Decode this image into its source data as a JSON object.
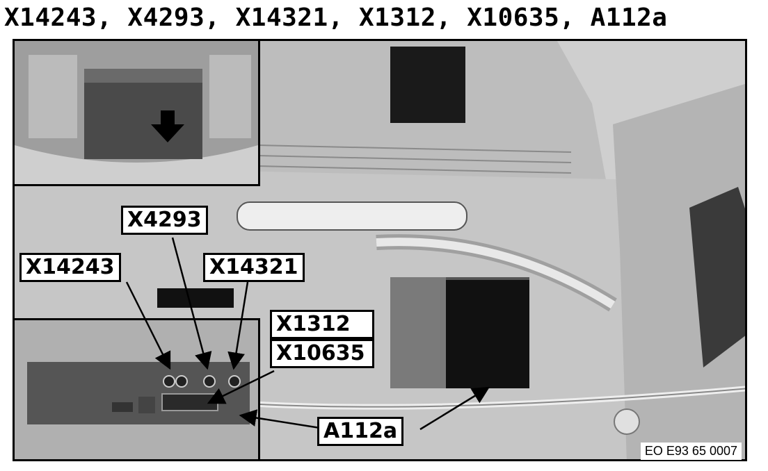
{
  "title": "X14243, X4293, X14321, X1312, X10635, A112a",
  "labels": {
    "x4293": "X4293",
    "x14243": "X14243",
    "x14321": "X14321",
    "x1312": "X1312",
    "x10635": "X10635",
    "a112a": "A112a"
  },
  "figure_code": "EO E93 65 0007",
  "colors": {
    "line": "#000000",
    "label_bg": "#ffffff"
  }
}
